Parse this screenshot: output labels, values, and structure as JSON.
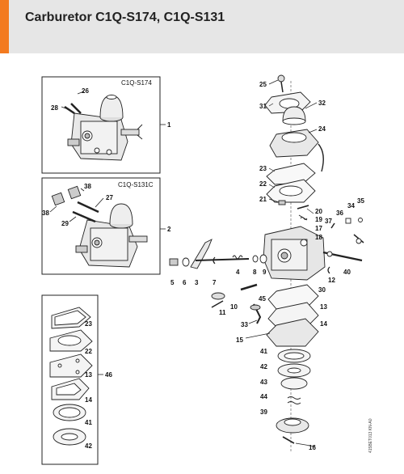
{
  "header": {
    "title": "Carburetor C1Q-S174, C1Q-S131",
    "accent_color": "#f37a1f",
    "bg_color": "#e6e6e6"
  },
  "boxes": {
    "box1_title": "C1Q-S174",
    "box2_title": "C1Q-S131C"
  },
  "doc_code": "415BET013 KN-A0",
  "labels": {
    "l1": "1",
    "l2": "2",
    "l46": "46",
    "b1_26": "26",
    "b1_28": "28",
    "b2_38a": "38",
    "b2_27": "27",
    "b2_38b": "38",
    "b2_29": "29",
    "b3_23": "23",
    "b3_22": "22",
    "b3_13": "13",
    "b3_14": "14",
    "b3_41": "41",
    "b3_42": "42",
    "m25": "25",
    "m31": "31",
    "m32": "32",
    "m24": "24",
    "m23": "23",
    "m22": "22",
    "m21": "21",
    "m20": "20",
    "m19": "19",
    "m17": "17",
    "m18": "18",
    "m34": "34",
    "m35": "35",
    "m36": "36",
    "m37": "37",
    "m40": "40",
    "m12": "12",
    "m5": "5",
    "m6": "6",
    "m3": "3",
    "m7": "7",
    "m4": "4",
    "m8": "8",
    "m9": "9",
    "m30": "30",
    "m45": "45",
    "m10": "10",
    "m11": "11",
    "m13": "13",
    "m33": "33",
    "m14": "14",
    "m15": "15",
    "m41": "41",
    "m42": "42",
    "m43": "43",
    "m44": "44",
    "m39": "39",
    "m16": "16"
  }
}
